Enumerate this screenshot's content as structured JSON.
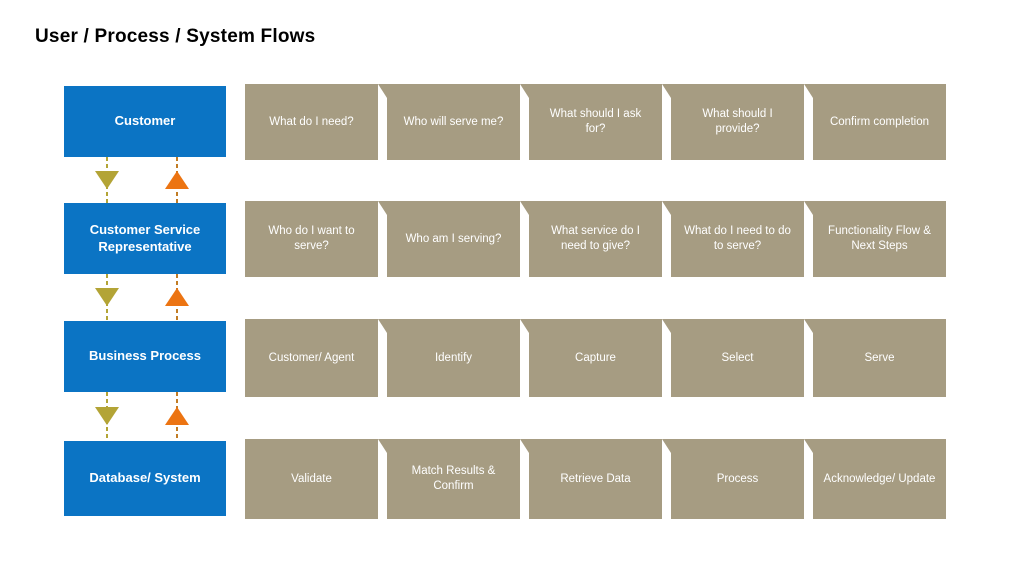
{
  "title": "User / Process / System Flows",
  "colors": {
    "lane_fill": "#0b74c4",
    "step_fill": "#a69c82",
    "down_arrow": "#b3a436",
    "up_arrow": "#ec7412",
    "down_dashed_line": "#b3a436",
    "up_dashed_line": "#c17c24",
    "lane_text": "#ffffff",
    "step_text": "#ffffff",
    "title_text": "#000000",
    "background": "#ffffff"
  },
  "lanes": [
    {
      "label": "Customer",
      "steps": [
        "What do I need?",
        "Who will serve me?",
        "What should I ask for?",
        "What should I provide?",
        "Confirm completion"
      ]
    },
    {
      "label": "Customer Service Representative",
      "steps": [
        "Who do I want to serve?",
        "Who am I serving?",
        "What service do I need to give?",
        "What do I need to do to serve?",
        "Functionality Flow & Next Steps"
      ]
    },
    {
      "label": "Business Process",
      "steps": [
        "Customer/ Agent",
        "Identify",
        "Capture",
        "Select",
        "Serve"
      ]
    },
    {
      "label": "Database/ System",
      "steps": [
        "Validate",
        "Match Results & Confirm",
        "Retrieve Data",
        "Process",
        "Acknowledge/ Update"
      ]
    }
  ],
  "connectors": [
    {
      "from": "Customer",
      "to": "Customer Service Representative"
    },
    {
      "from": "Customer Service Representative",
      "to": "Business Process"
    },
    {
      "from": "Business Process",
      "to": "Database/ System"
    }
  ]
}
